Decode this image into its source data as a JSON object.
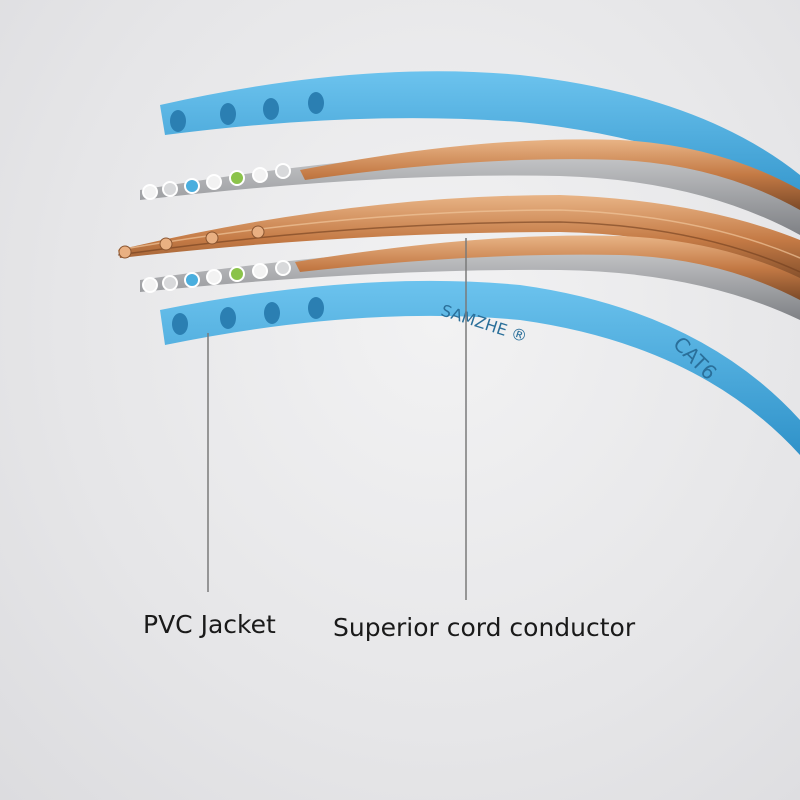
{
  "labels": {
    "pvc_jacket": "PVC Jacket",
    "conductor": "Superior cord conductor"
  },
  "cable_print": {
    "brand": "SAMZHE ®",
    "category": "CAT6"
  },
  "colors": {
    "jacket": "#4aaede",
    "jacket_dark": "#2d8fc4",
    "copper": "#c98a55",
    "copper_dark": "#8a5530",
    "insulation_white": "#f2f2f2",
    "insulation_grey": "#9a9ca0",
    "insulation_green": "#8bc34a",
    "leader_line": "#7a7a7a"
  }
}
